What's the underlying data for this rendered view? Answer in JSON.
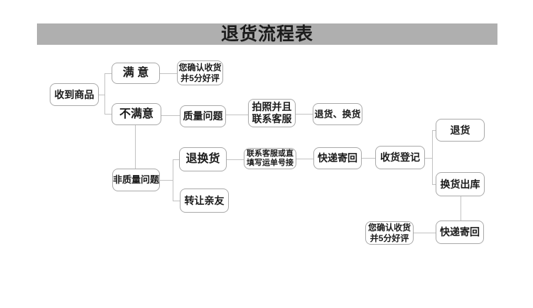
{
  "header": {
    "title": "退货流程表"
  },
  "colors": {
    "header_bg": "#afafaf",
    "box_border": "#a9a9a9",
    "connector": "#c2c2c2",
    "text": "#1a1a1a",
    "background": "#ffffff"
  },
  "nodes": {
    "received_goods": {
      "label": "收到商品"
    },
    "satisfied": {
      "label": "满 意"
    },
    "confirm_top": {
      "line1": "您确认收货",
      "line2": "并5分好评"
    },
    "not_satisfied": {
      "label": "不满意"
    },
    "quality_problem": {
      "label": "质量问题"
    },
    "photo_contact": {
      "line1": "拍照并且",
      "line2": "联系客服"
    },
    "return_or_exchange": {
      "label": "退货、换货"
    },
    "non_quality_problem": {
      "label": "非质量问题"
    },
    "exchange_return": {
      "label": "退换货"
    },
    "contact_waybill": {
      "line1": "联系客服或直",
      "line2": "填写运单号接"
    },
    "express_send_mid": {
      "label": "快递寄回"
    },
    "receipt_registration": {
      "label": "收货登记"
    },
    "return_goods": {
      "label": "退货"
    },
    "exchange_outbound": {
      "label": "换货出库"
    },
    "confirm_bottom": {
      "line1": "您确认收货",
      "line2": "并5分好评"
    },
    "express_send_bottom": {
      "label": "快递寄回"
    },
    "transfer_friends": {
      "label": "转让亲友"
    }
  }
}
